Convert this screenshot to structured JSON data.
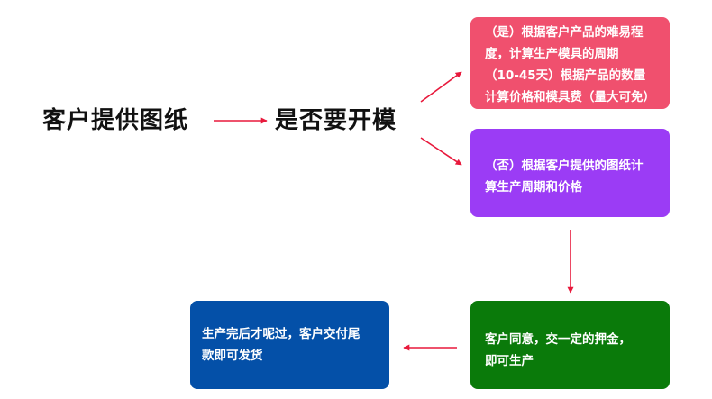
{
  "nodes": {
    "start": "客户提供图纸",
    "question": "是否要开模",
    "yes_lines": [
      "（是）根据客户产品的难易程",
      "度，计算生产模具的周期",
      "（10-45天）根据产品的数量",
      "计算价格和模具费（量大可免）"
    ],
    "no_lines": [
      "（否）根据客户提供的图纸计",
      "算生产周期和价格"
    ],
    "agree_lines": [
      "客户同意，交一定的押金，",
      "即可生产"
    ],
    "ship_lines": [
      "生产完后才呢过，客户交付尾",
      "款即可发货"
    ]
  },
  "colors": {
    "yes_box": "#f0506e",
    "no_box": "#9b3cf5",
    "agree_box": "#0a7a0a",
    "ship_box": "#0450a8",
    "arrow": "#e8193c"
  }
}
